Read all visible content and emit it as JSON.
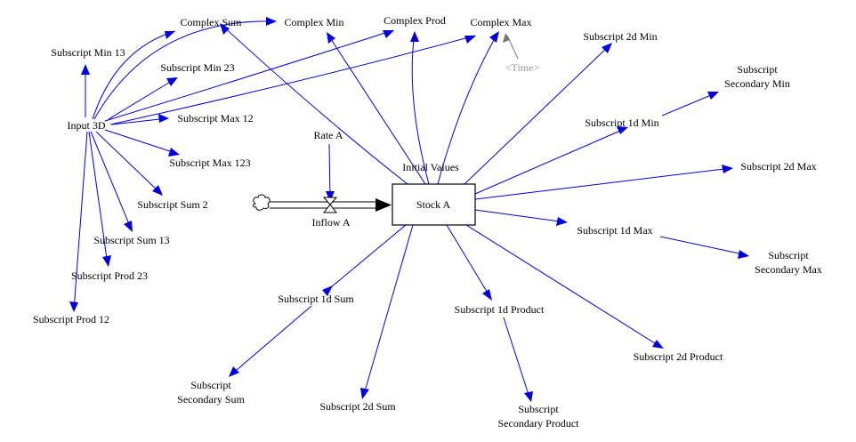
{
  "colors": {
    "link": "#0000e0",
    "text": "#000000",
    "shadow_variable": "#9a9a9a",
    "background": "#ffffff"
  },
  "stock": {
    "label": "Stock A"
  },
  "flow": {
    "label": "Inflow A"
  },
  "variables": {
    "input_3d": "Input 3D",
    "complex_sum": "Complex Sum",
    "complex_min": "Complex Min",
    "complex_prod": "Complex Prod",
    "complex_max": "Complex Max",
    "time_shadow": "<Time>",
    "subscript_min_13": "Subscript Min 13",
    "subscript_min_23": "Subscript Min 23",
    "subscript_max_12": "Subscript Max 12",
    "subscript_max_123": "Subscript Max 123",
    "subscript_sum_2": "Subscript Sum 2",
    "subscript_sum_13": "Subscript Sum 13",
    "subscript_prod_23": "Subscript Prod 23",
    "subscript_prod_12": "Subscript Prod 12",
    "rate_a": "Rate A",
    "initial_values": "Initial Values",
    "subscript_2d_min": "Subscript 2d Min",
    "subscript_secondary_min_1": "Subscript",
    "subscript_secondary_min_2": "Secondary Min",
    "subscript_1d_min": "Subscript 1d Min",
    "subscript_2d_max": "Subscript 2d Max",
    "subscript_1d_max": "Subscript 1d Max",
    "subscript_secondary_max_1": "Subscript",
    "subscript_secondary_max_2": "Secondary Max",
    "subscript_1d_sum": "Subscript 1d Sum",
    "subscript_1d_product": "Subscript 1d Product",
    "subscript_2d_product": "Subscript 2d Product",
    "subscript_secondary_sum_1": "Subscript",
    "subscript_secondary_sum_2": "Secondary Sum",
    "subscript_2d_sum": "Subscript 2d Sum",
    "subscript_secondary_product_1": "Subscript",
    "subscript_secondary_product_2": "Secondary Product"
  }
}
